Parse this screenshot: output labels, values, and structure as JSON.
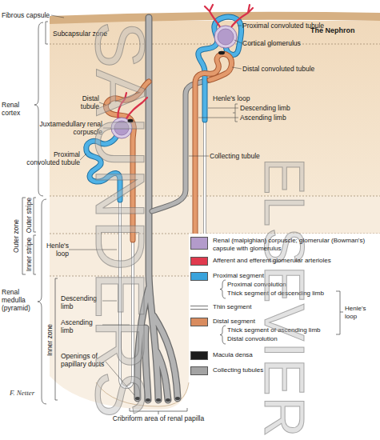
{
  "diagram": {
    "title": "The Nephron",
    "labels": [
      "Fibrous capsule",
      "Proximal convoluted tubule",
      "Subcapsular zone",
      "Cortical glomerulus",
      "Distal convoluted tubule",
      "Henle's loop",
      "Descending limb",
      "Ascending limb",
      "Renal cortex",
      "Distal tubule",
      "Juxtamedullary renal corpuscle",
      "Proximal convoluted tubule",
      "Collecting tubule",
      "Outer zone",
      "Outer stripe",
      "Inner stripe",
      "Henle's loop",
      "Renal medulla (pyramid)",
      "Inner zone",
      "Descending limb",
      "Ascending limb",
      "Openings of papillary ducts",
      "Cribriform area of renal papilla",
      "Proximal convolution",
      "Thick segment of descending limb",
      "Thick segment of ascending limb",
      "Distal convolution",
      "Henle's loop",
      "F. Netter",
      "SAUNDERS",
      "ELSEVIER"
    ],
    "legend": [
      {
        "text": "Renal (malpighian) corpuscle; glomerular (Bowman's) capsule with glomerulus",
        "color": "#b39bcb"
      },
      {
        "text": "Afferent and efferent glomerular arterioles",
        "color": "#e03a4e"
      },
      {
        "text": "Proximal segment",
        "color": "#3aa3dc"
      },
      {
        "text": "Thin segment"
      },
      {
        "text": "Distal segment",
        "color": "#d98c5f"
      },
      {
        "text": "Macula densa",
        "color": "#1c1c1c"
      },
      {
        "text": "Collecting tubules",
        "color": "#a3a3a3"
      }
    ]
  }
}
